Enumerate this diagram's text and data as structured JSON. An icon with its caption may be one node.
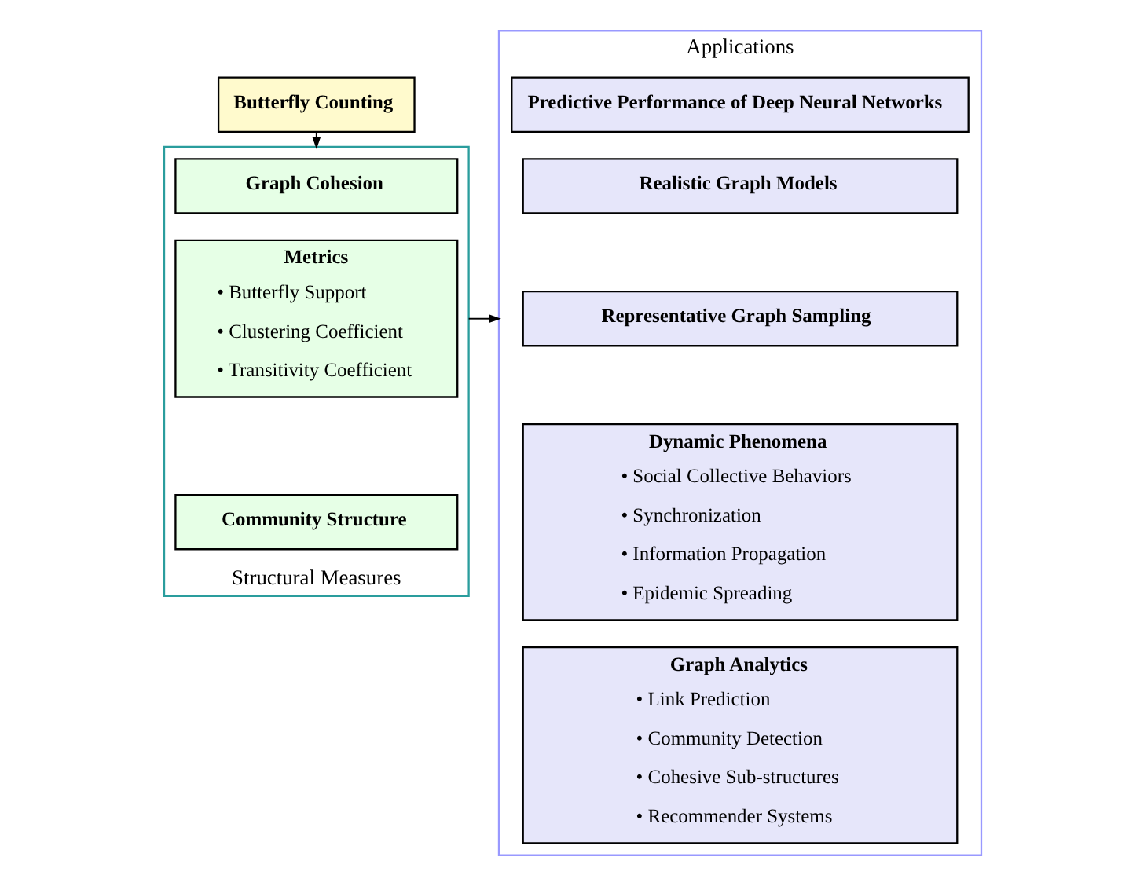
{
  "diagram": {
    "nodes": [
      {
        "text": [
          "Butterfly Counting"
        ]
      },
      {
        "text": [
          "Structural Measures"
        ]
      },
      {
        "text": [
          "Graph Cohesion"
        ],
        "in": 1
      },
      {
        "text": [
          "Metrics",
          "• Butterfly Support",
          "• Clustering Coefficient",
          "• Transitivity Coefficient"
        ],
        "in": 1
      },
      {
        "text": [
          "Community Structure"
        ],
        "in": 1
      },
      {
        "text": [
          "Applications"
        ]
      },
      {
        "text": [
          "Predictive Performance of Deep Neural Networks"
        ],
        "in": 5
      },
      {
        "text": [
          "Realistic Graph Models"
        ],
        "in": 5
      },
      {
        "text": [
          "Representative Graph Sampling"
        ],
        "in": 5
      },
      {
        "text": [
          "Dynamic Phenomena",
          "• Social Collective Behaviors",
          "• Synchronization",
          "• Information Propagation",
          "• Epidemic Spreading"
        ],
        "in": 5
      },
      {
        "text": [
          "Graph Analytics",
          "• Link Prediction",
          "• Community Detection",
          "• Cohesive Sub-structures",
          "• Recommender Systems"
        ],
        "in": 5
      }
    ],
    "edges": [
      {
        "from": 0,
        "to": 1,
        "arrow": "to"
      },
      {
        "from": 1,
        "to": 5,
        "arrow": "to"
      }
    ]
  }
}
